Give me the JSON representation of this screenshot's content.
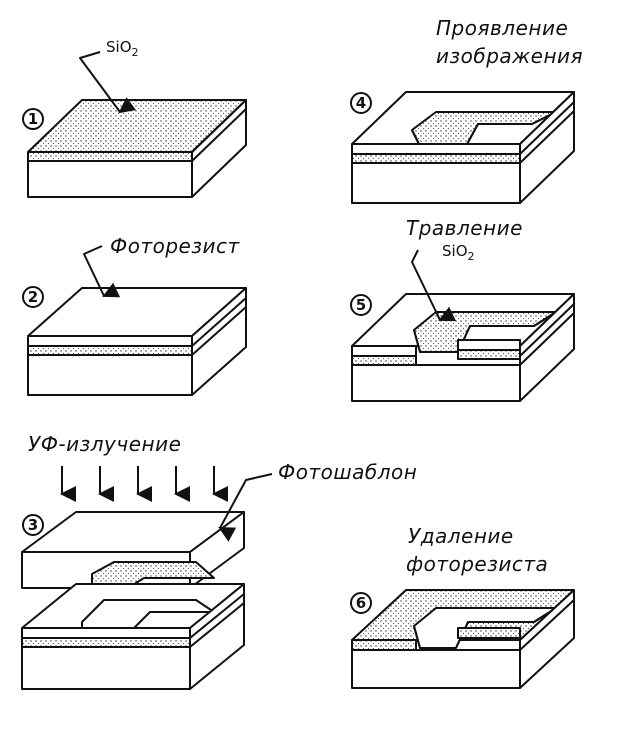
{
  "steps": [
    {
      "number": "1",
      "label_chem": "SiO",
      "label_sub": "2"
    },
    {
      "number": "2",
      "label": "Фоторезист"
    },
    {
      "number": "3",
      "label_top": "УФ-излучение",
      "label_side": "Фотошаблон"
    },
    {
      "number": "4",
      "label_line1": "Проявление",
      "label_line2": "изображения"
    },
    {
      "number": "5",
      "label_line1": "Травление",
      "label_chem": "SiO",
      "label_sub": "2"
    },
    {
      "number": "6",
      "label_line1": "Удаление",
      "label_line2": "фоторезиста"
    }
  ]
}
